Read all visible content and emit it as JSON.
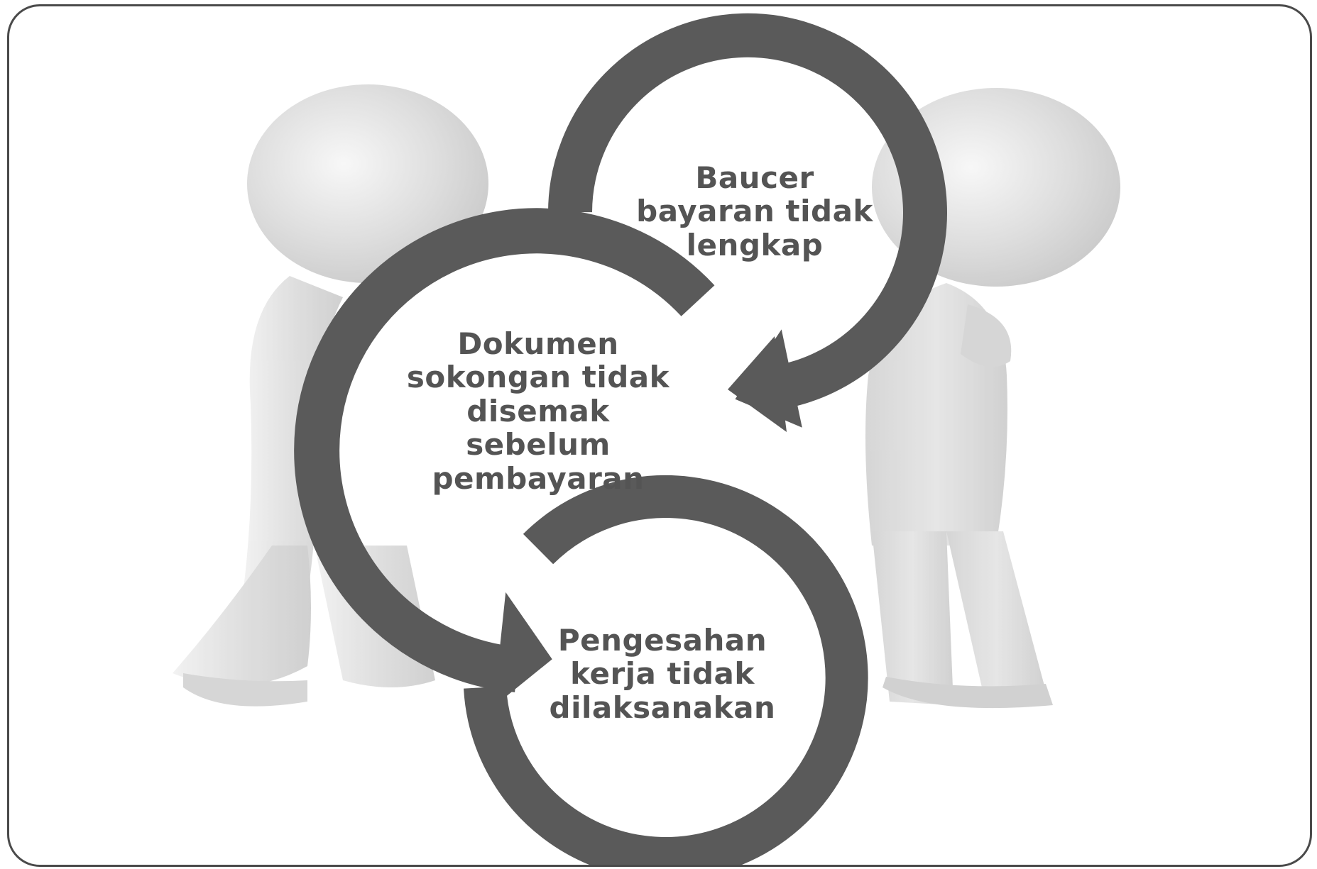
{
  "diagram": {
    "steps": [
      {
        "label": "Baucer bayaran tidak lengkap"
      },
      {
        "label": "Dokumen sokongan tidak disemak sebelum pembayaran"
      },
      {
        "label": "Pengesahan kerja tidak dilaksanakan"
      }
    ],
    "colors": {
      "arrow": "#5a5a5a",
      "text": "#545454",
      "figure": "#d9d9d9",
      "frame": "#4a4a4a"
    },
    "background_image": "two-figures-back-to-back"
  }
}
